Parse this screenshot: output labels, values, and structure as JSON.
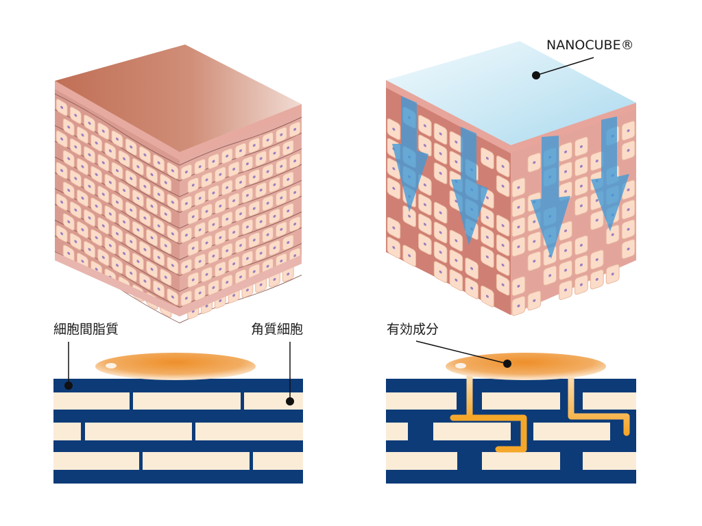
{
  "labels": {
    "nanocube": "NANOCUBE®",
    "intercellular_lipid": "細胞間脂質",
    "corneocyte": "角質細胞",
    "active_ingredient": "有効成分"
  },
  "colors": {
    "lipid_navy": "#0d3b78",
    "cell_beige": "#fbecd8",
    "drop_orange": "#ee9733",
    "skin_pink": "#d8877c",
    "nanocube_blue": "#c4e4f2",
    "arrow_blue": "#3f9ad8"
  }
}
